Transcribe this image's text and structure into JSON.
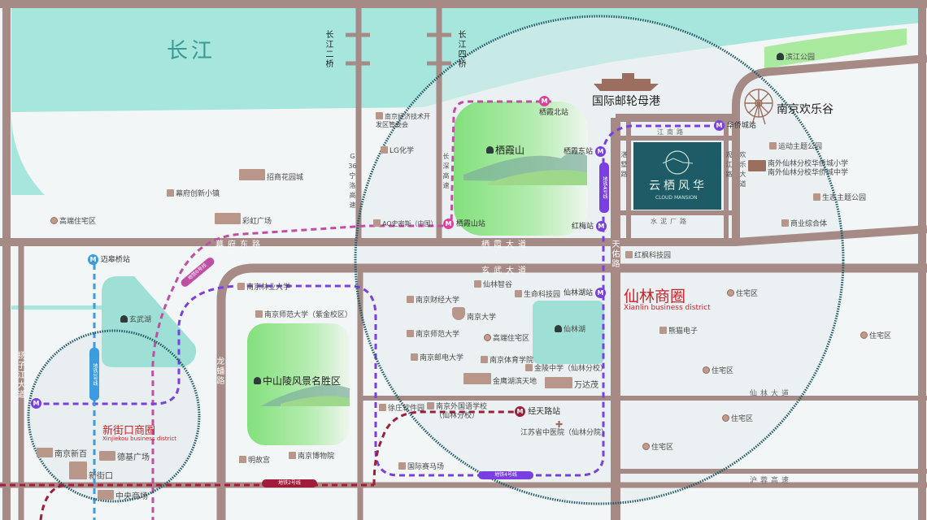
{
  "colors": {
    "road": "#a58a86",
    "river": "#a6e6dd",
    "park": "#8fe38f",
    "line_pink": "#c04ea4",
    "line_purple": "#7a3fe0",
    "line_red": "#a01d3a",
    "line_blue": "#3d9be0",
    "circle": "#1f5a66",
    "project": "#1d5c66",
    "district_red": "#d0202a"
  },
  "water": {
    "changjiang": "长江",
    "xuanwu": "玄武湖",
    "xianlin_lake": "仙林湖"
  },
  "bridges": {
    "second": "长江二桥",
    "fourth": "长江四桥"
  },
  "landmarks": {
    "cruise_port": "国际邮轮母港",
    "happy_valley": "南京欢乐谷",
    "qixia_mountain": "栖霞山",
    "zhongshan": "中山陵风景名胜区",
    "binjiang_park": "滨江公园"
  },
  "project": {
    "name": "云栖风华",
    "name_en": "CLOUD MANSION"
  },
  "districts": {
    "xianlin": {
      "cn": "仙林商圈",
      "en": "Xianlin business district"
    },
    "xinjiekou": {
      "cn": "新街口商圈",
      "en": "Xinjiekou business district"
    }
  },
  "roads": {
    "mufu_east": "幕府东路",
    "qixia_avenue": "栖霞大道",
    "xuanwu_avenue": "玄武大道",
    "jiangnan": "江南路",
    "shuinichang": "水泥厂路",
    "zhanshu": "湛墅路",
    "guanjiang": "观江路",
    "huanle": "欢乐大道",
    "tianyou": "天佑路",
    "xianlin_avenue": "仙林大道",
    "hurong": "沪蓉高速",
    "g36": "G36宁洛高速",
    "changshen": "长深高速",
    "longpan": "龙蟠路",
    "yangzijiang": "扬子江大道"
  },
  "stations": {
    "qixia_north": "栖霞北站",
    "qixia_east": "栖霞东站",
    "qixia_mountain": "栖霞山站",
    "hongmei": "红梅站",
    "huaqiaocheng": "华侨城站",
    "xianlinhu": "仙林湖站",
    "jingtian": "经天路站",
    "maigaoqiao": "迈皋桥站"
  },
  "lines": {
    "line1": "地铁1号线",
    "line2": "地铁2号线",
    "line4": "地铁4号线",
    "line6": "地铁6号线"
  },
  "pois": {
    "jingkai": "南京经济技术开发区管委会",
    "lg": "LG化学",
    "ao": "AO史密斯（中国）",
    "zhaoshang": "招商花园城",
    "mufu_town": "幕府创新小镇",
    "caihong": "彩虹广场",
    "gaoduan_w": "高端住宅区",
    "sport_park": "运动主题公园",
    "school1": "南外仙林分校华侨城小学",
    "school2": "南外仙林分校华侨城中学",
    "eco_park": "生态主题公园",
    "commercial": "商业综合体",
    "hongfeng": "红枫科技园",
    "xianlin_valley": "仙林智谷",
    "life_sci": "生命科技园",
    "caijing": "南京财经大学",
    "nju": "南京大学",
    "nnu": "南京师范大学",
    "gaoduan_c": "高端住宅区",
    "youdian": "南京邮电大学",
    "tiyu": "南京体育学院",
    "jinling": "金陵中学（仙林分校）",
    "jinying": "金鹰湖滨天地",
    "wanda": "万达茂",
    "xuzhuang": "徐庄软件园",
    "wgy": "南京外国语学校",
    "wgy2": "（仙林分校）",
    "tcm": "江苏省中医院（仙林分院）",
    "horse": "国际赛马场",
    "forestry": "南京林业大学",
    "nnu_zijin": "南京师范大学（紫金校区）",
    "mingpalace": "明故宫",
    "museum": "南京博物院",
    "xinbai": "南京新百",
    "deji": "德基广场",
    "xinjiekou": "新街口",
    "zhongyang": "中央商场",
    "panda": "熊猫电子",
    "res": "住宅区"
  }
}
